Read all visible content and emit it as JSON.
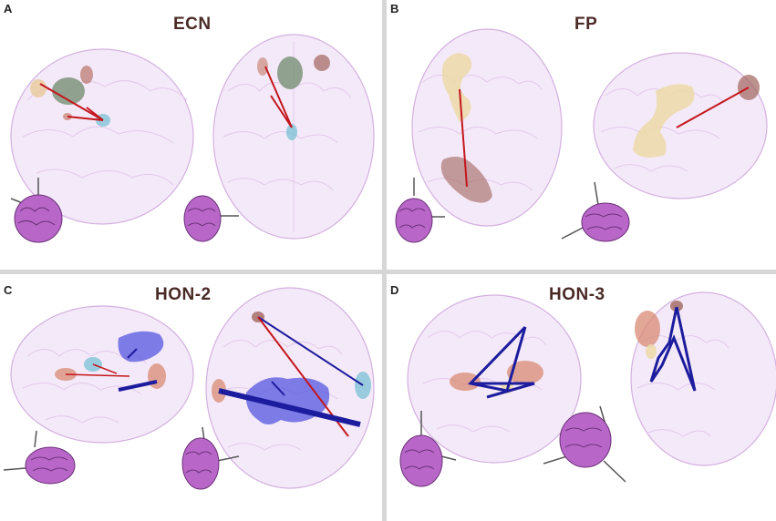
{
  "panels": [
    {
      "letter": "A",
      "title": "ECN"
    },
    {
      "letter": "B",
      "title": "FP"
    },
    {
      "letter": "C",
      "title": "HON-2"
    },
    {
      "letter": "D",
      "title": "HON-3"
    }
  ],
  "colors": {
    "brain_glass": "#f3e6f7",
    "brain_edge": "#d3b0e0",
    "gyri": "#e3c9ec",
    "thumbnail": "#b867c8",
    "positive_edge": "#c4161c",
    "negative_edge": "#1c1c9e",
    "title_text": "#4a2a26",
    "divider": "#d6d6d6"
  }
}
